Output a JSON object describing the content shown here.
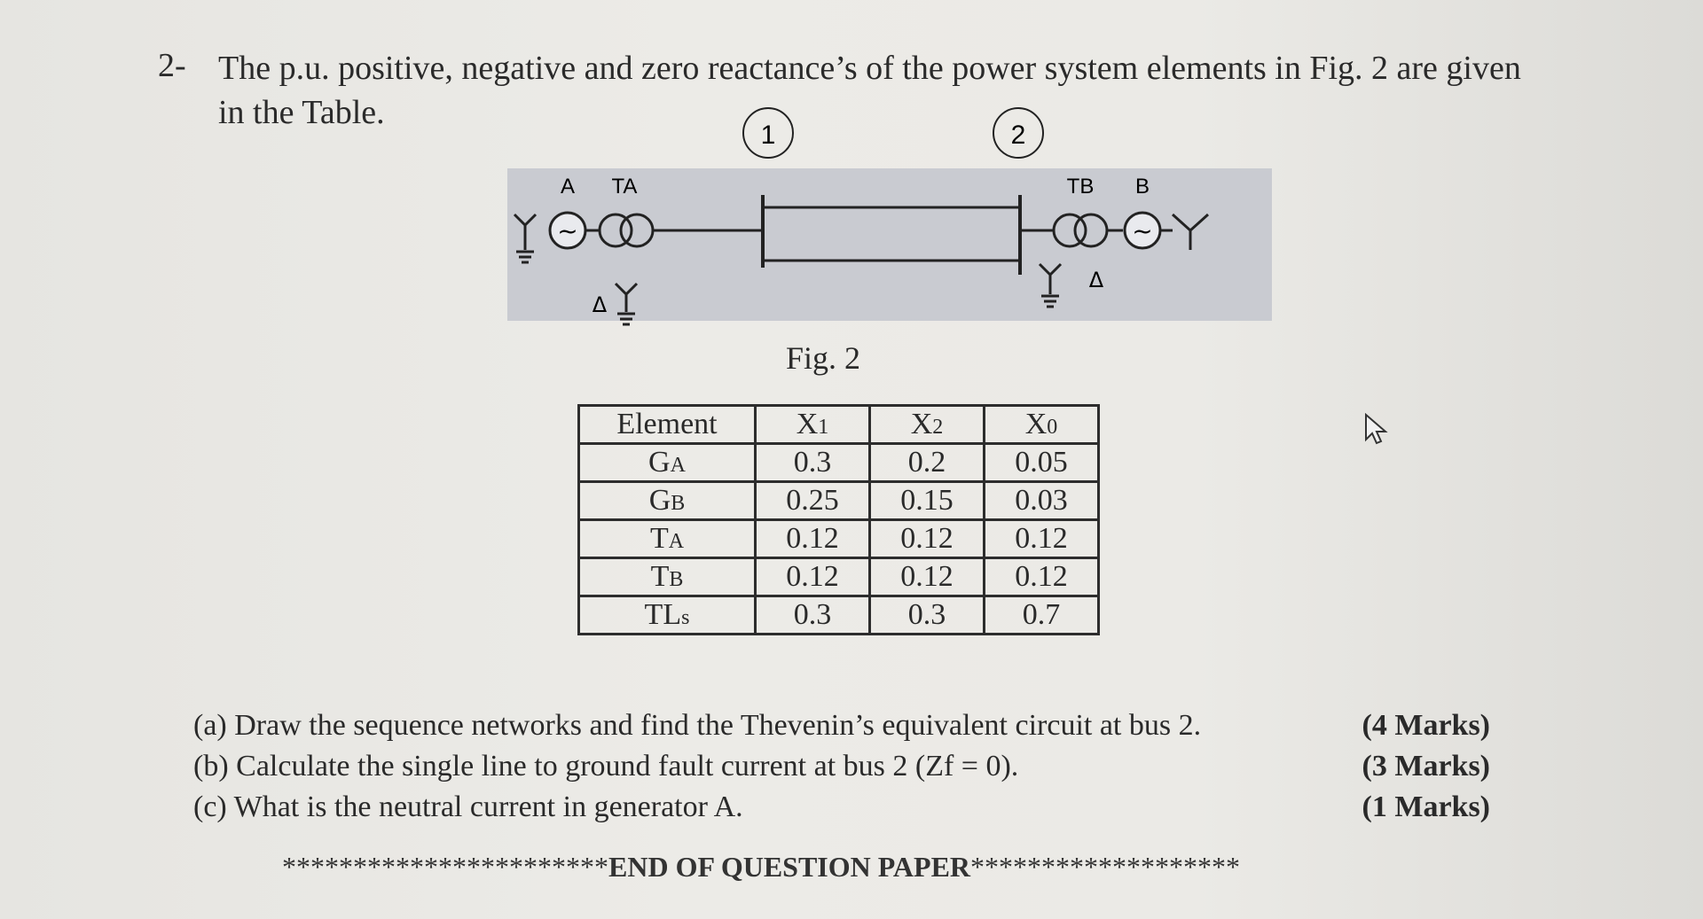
{
  "question": {
    "number": "2-",
    "text": "The p.u. positive, negative and zero reactance’s of the power system elements in Fig. 2 are given in the Table."
  },
  "figure": {
    "caption": "Fig. 2",
    "bus1": "1",
    "bus2": "2",
    "gen_a": "A",
    "gen_b": "B",
    "tx_a": "TA",
    "tx_b": "TB",
    "delta": "Δ",
    "source_symbol": "~"
  },
  "table": {
    "headers": [
      {
        "main": "Element",
        "sub": ""
      },
      {
        "main": "X",
        "sub": "1"
      },
      {
        "main": "X",
        "sub": "2"
      },
      {
        "main": "X",
        "sub": "0"
      }
    ],
    "rows": [
      {
        "el": "G",
        "el_sub": "A",
        "x1": "0.3",
        "x2": "0.2",
        "x0": "0.05"
      },
      {
        "el": "G",
        "el_sub": "B",
        "x1": "0.25",
        "x2": "0.15",
        "x0": "0.03"
      },
      {
        "el": "T",
        "el_sub": "A",
        "x1": "0.12",
        "x2": "0.12",
        "x0": "0.12"
      },
      {
        "el": "T",
        "el_sub": "B",
        "x1": "0.12",
        "x2": "0.12",
        "x0": "0.12"
      },
      {
        "el": "TL",
        "el_sub": "s",
        "x1": "0.3",
        "x2": "0.3",
        "x0": "0.7"
      }
    ]
  },
  "parts": [
    {
      "text": "(a) Draw the sequence networks and find the Thevenin’s equivalent circuit at bus 2.",
      "marks": "(4 Marks)"
    },
    {
      "text": "(b) Calculate the single line to ground fault current at bus 2 (Zf = 0).",
      "marks": "(3 Marks)"
    },
    {
      "text": "(c) What is the neutral current in generator A.",
      "marks": "(1 Marks)"
    }
  ],
  "footer": {
    "stars_left": "***********************",
    "label": "END OF QUESTION PAPER",
    "stars_right": "*******************"
  }
}
